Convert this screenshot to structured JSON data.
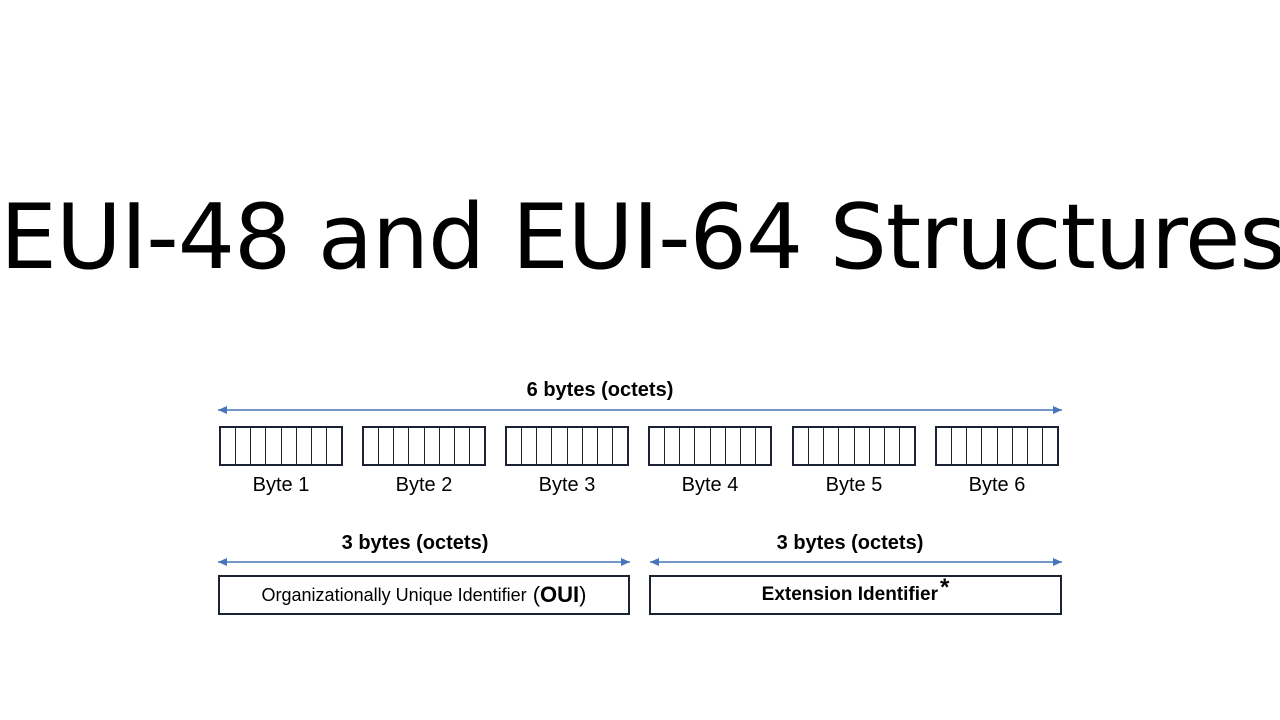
{
  "title": "EUI-48 and EUI-64 Structures",
  "top_span": {
    "label": "6 bytes (octets)"
  },
  "bytes": [
    {
      "label": "Byte 1"
    },
    {
      "label": "Byte 2"
    },
    {
      "label": "Byte 3"
    },
    {
      "label": "Byte 4"
    },
    {
      "label": "Byte 5"
    },
    {
      "label": "Byte 6"
    }
  ],
  "bits_per_byte": 8,
  "left_span": {
    "label": "3 bytes (octets)"
  },
  "right_span": {
    "label": "3 bytes (octets)"
  },
  "oui_box": {
    "text": "Organizationally Unique Identifier",
    "open_paren": "(",
    "abbr": "OUI",
    "close_paren": ")"
  },
  "extension_box": {
    "text": "Extension Identifier",
    "marker": "*"
  },
  "colors": {
    "arrow": "#4a74b8",
    "box_border": "#1a2233"
  }
}
